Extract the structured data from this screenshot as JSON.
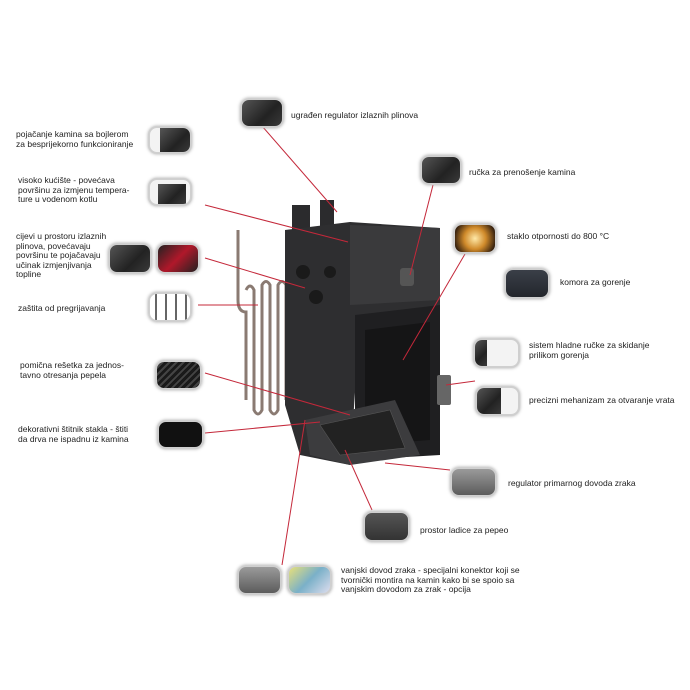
{
  "labels": {
    "flue_regulator": "ugrađen regulator izlaznih plinova",
    "boiler": "pojačanje kamina sa bojlerom\nza besprijekorno funkcioniranje",
    "high_housing": "visoko kućište - povećava\npovršinu za izmjenu tempera-\nture u vodenom kotlu",
    "flue_pipes": "cijevi u prostoru izlaznih\nplinova, povećavaju\npovršinu te pojačavaju\nučinak izmjenjivanja\ntopline",
    "overheat_protection": "zaštita od pregrijavanja",
    "movable_grate": "pomična rešetka za jednos-\ntavno otresanja pepela",
    "glass_guard": "dekorativni štitnik stakla - štiti\nda drva ne ispadnu iz kamina",
    "carry_handle": "ručka za prenošenje kamina",
    "glass": "staklo otpornosti do 800 °C",
    "chamber": "komora za gorenje",
    "cold_handle": "sistem hladne ručke za skidanje\nprilikom gorenja",
    "door_mechanism": "precizni mehanizam za otvaranje vrata",
    "primary_air": "regulator primarnog dovoda zraka",
    "ash_drawer": "prostor ladice za pepeo",
    "external_air": "vanjski dovod zraka - specijalni konektor koji se\ntvornički montira na kamin kako bi se spoio sa\nvanjskim dovodom za zrak - opcija"
  },
  "colors": {
    "leader": "#c4283a",
    "stove": "#2b2b2d"
  }
}
